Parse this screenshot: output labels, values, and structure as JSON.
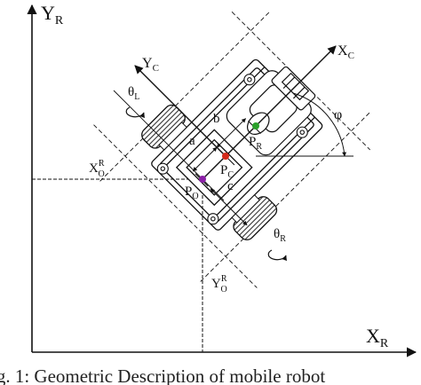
{
  "figure": {
    "axis_labels": {
      "world_y": "Y",
      "world_y_sub": "R",
      "world_x": "X",
      "world_x_sub": "R",
      "robot_x": "X",
      "robot_x_sub": "C",
      "robot_y": "Y",
      "robot_y_sub": "C",
      "theta_l": "θ",
      "theta_l_sub": "L",
      "theta_r": "θ",
      "theta_r_sub": "R",
      "phi": "φ",
      "xo_r": "X",
      "xo_r_sub": "O",
      "xo_r_sup": "R",
      "yo_r": "Y",
      "yo_r_sub": "O",
      "yo_r_sup": "R",
      "p_o": "P",
      "p_o_sub": "O",
      "p_c": "P",
      "p_c_sub": "C",
      "p_r": "P",
      "p_r_sub": "R",
      "dim_a": "a",
      "dim_b": "b",
      "dim_c": "c"
    },
    "colors": {
      "p_o_point": "#8a1fa6",
      "p_c_point": "#d42a1a",
      "p_r_point": "#2aa02a"
    },
    "caption": "ig. 1: Geometric Description of mobile robot"
  }
}
